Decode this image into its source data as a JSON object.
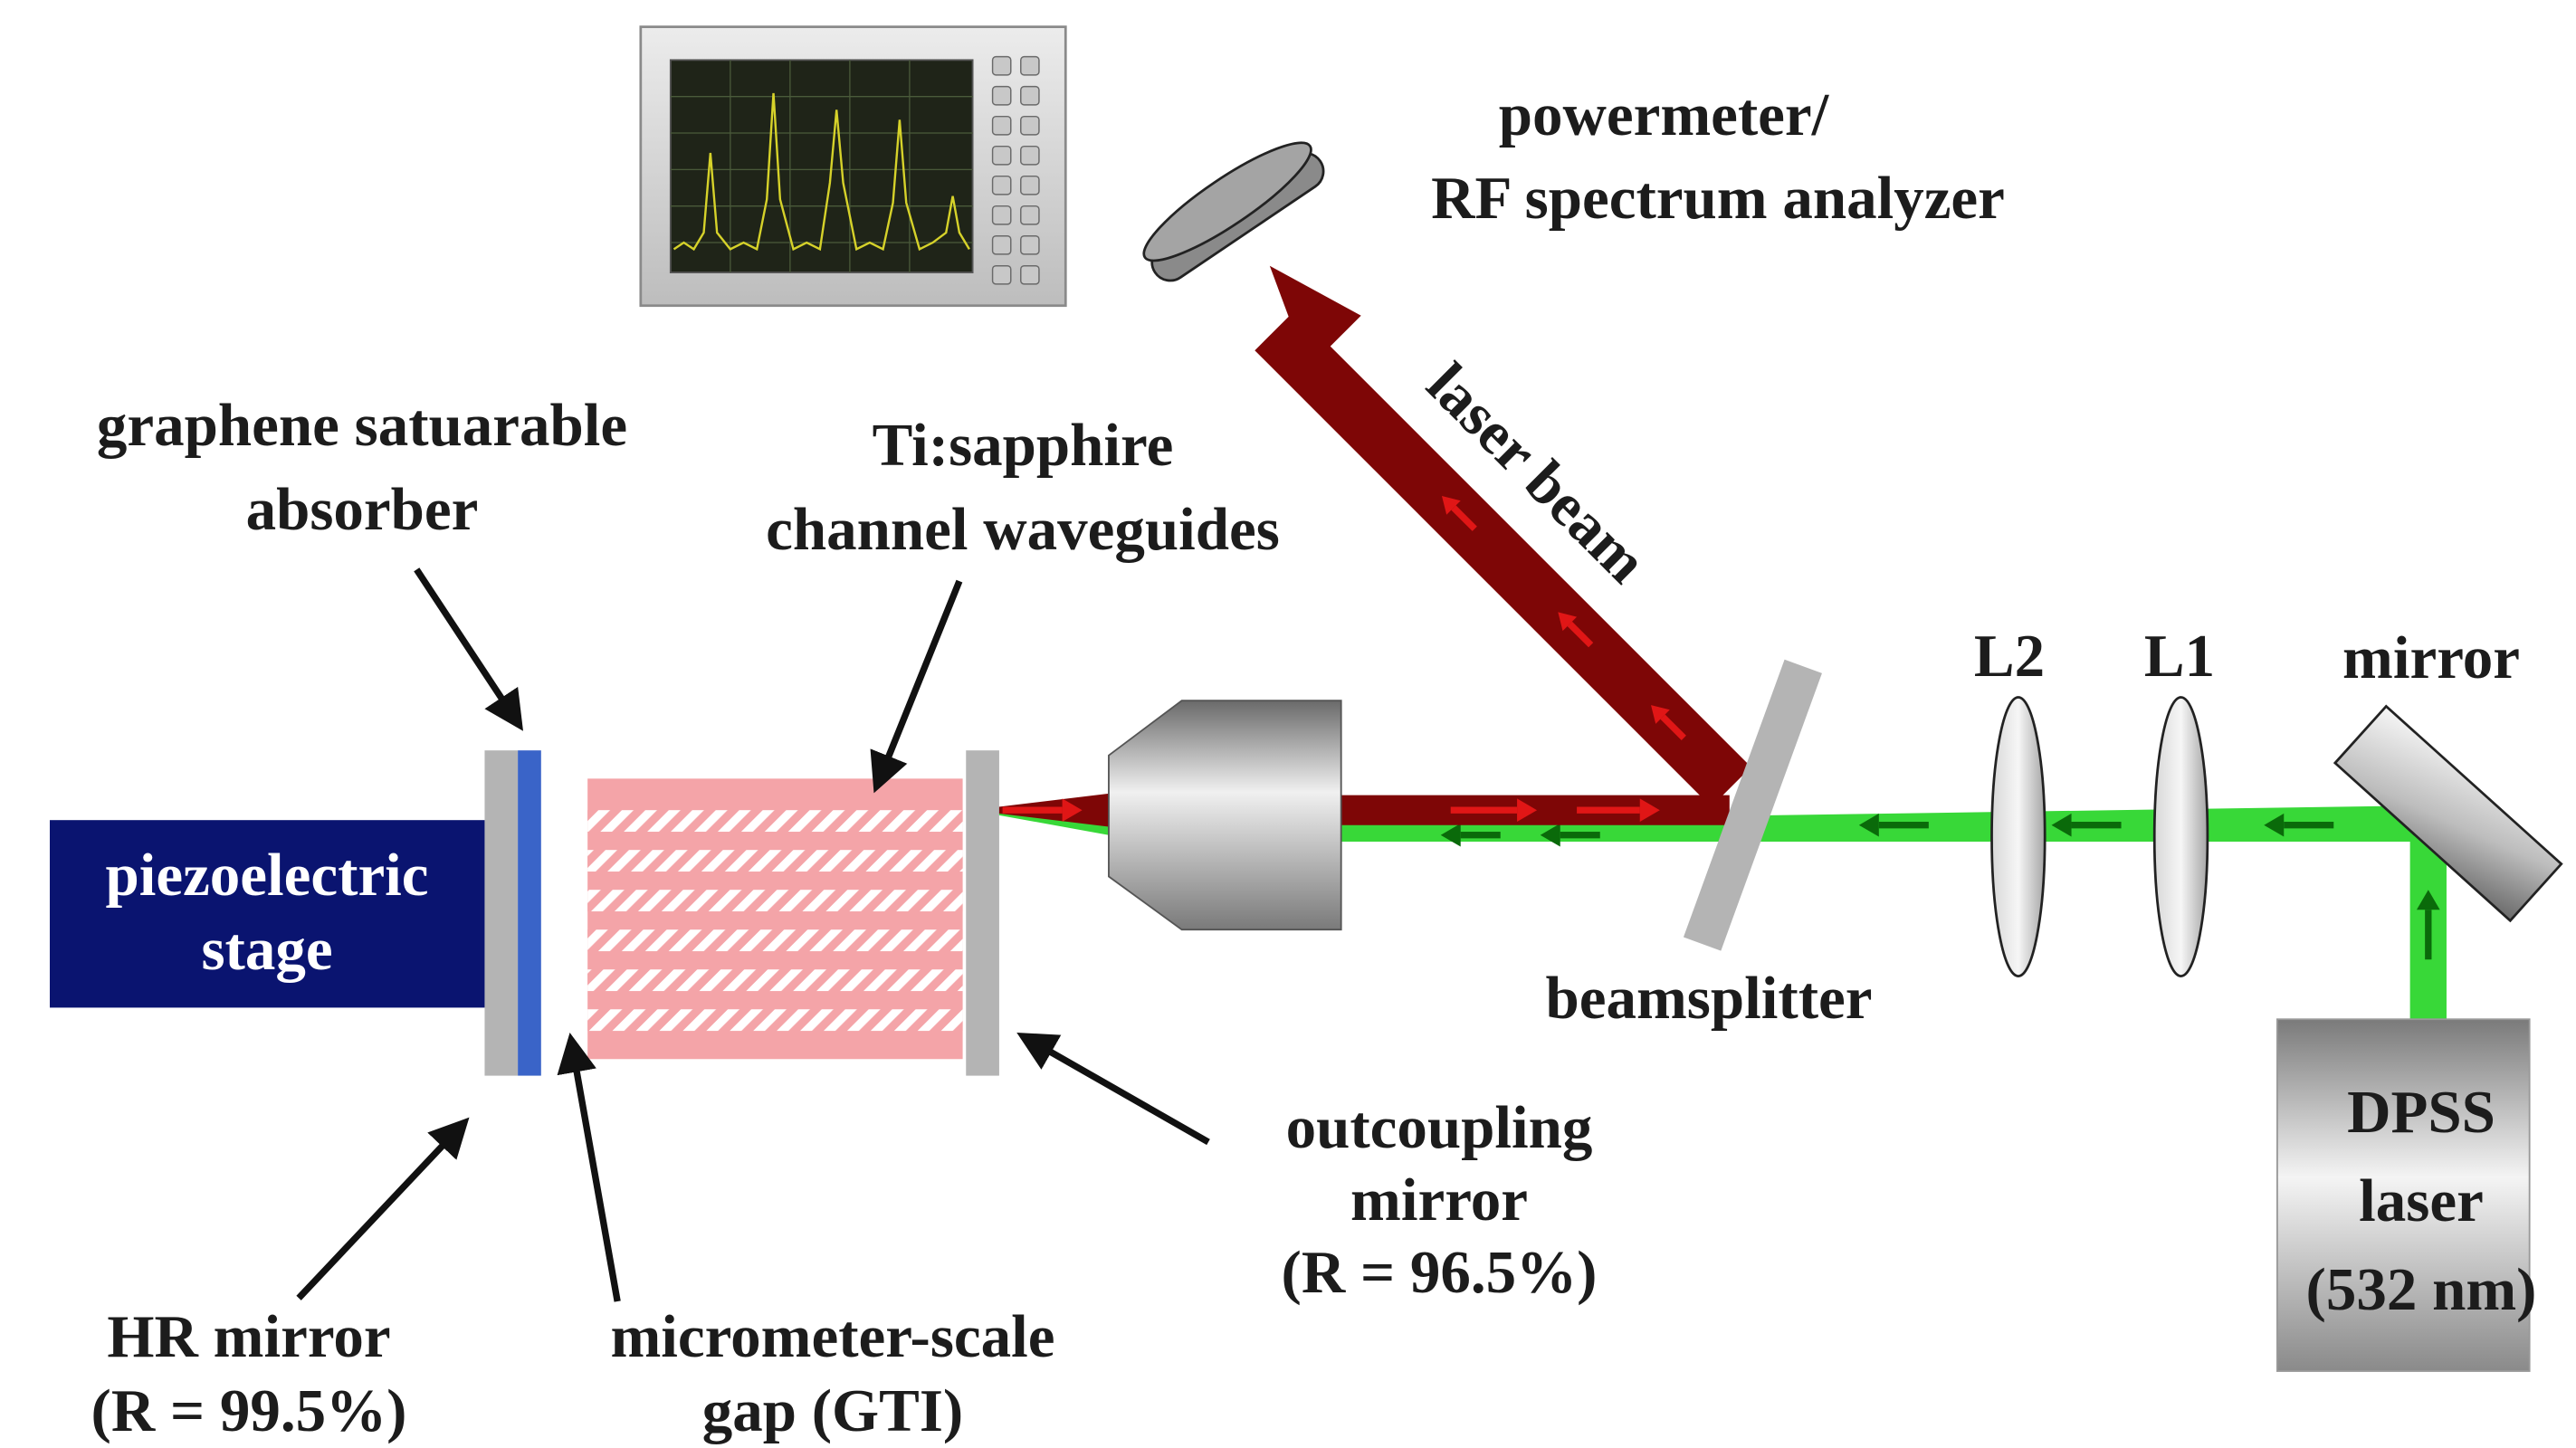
{
  "labels": {
    "powermeter_line1": "powermeter/",
    "powermeter_line2": "RF spectrum analyzer",
    "graphene_line1": "graphene satuarable",
    "graphene_line2": "absorber",
    "tisapphire_line1": "Ti:sapphire",
    "tisapphire_line2": "channel waveguides",
    "laser_beam": "laser beam",
    "l2": "L2",
    "l1": "L1",
    "mirror": "mirror",
    "stage_line1": "piezoelectric",
    "stage_line2": "stage",
    "beamsplitter": "beamsplitter",
    "outcoupling_line1": "outcoupling",
    "outcoupling_line2": "mirror",
    "outcoupling_line3": "(R = 96.5%)",
    "dpss_line1": "DPSS",
    "dpss_line2": "laser",
    "dpss_line3": "(532 nm)",
    "hr_line1": "HR mirror",
    "hr_line2": "(R = 99.5%)",
    "gap_line1": "micrometer-scale",
    "gap_line2": "gap (GTI)"
  },
  "colors": {
    "stage": "#0a1470",
    "absorber": "#3a64c8",
    "waveguide": "#f4a4a8",
    "red_beam": "#7e0606",
    "red_arrow": "#e01616",
    "green_beam": "#38d838",
    "green_arrow": "#0a6a0a",
    "optic_gray": "#a8a8a8"
  },
  "icons": {
    "analyzer": "spectrum-analyzer-icon",
    "detector": "detector-disc-icon",
    "objective": "objective-lens-icon",
    "lens": "biconvex-lens-icon",
    "dpss": "laser-box-icon"
  }
}
